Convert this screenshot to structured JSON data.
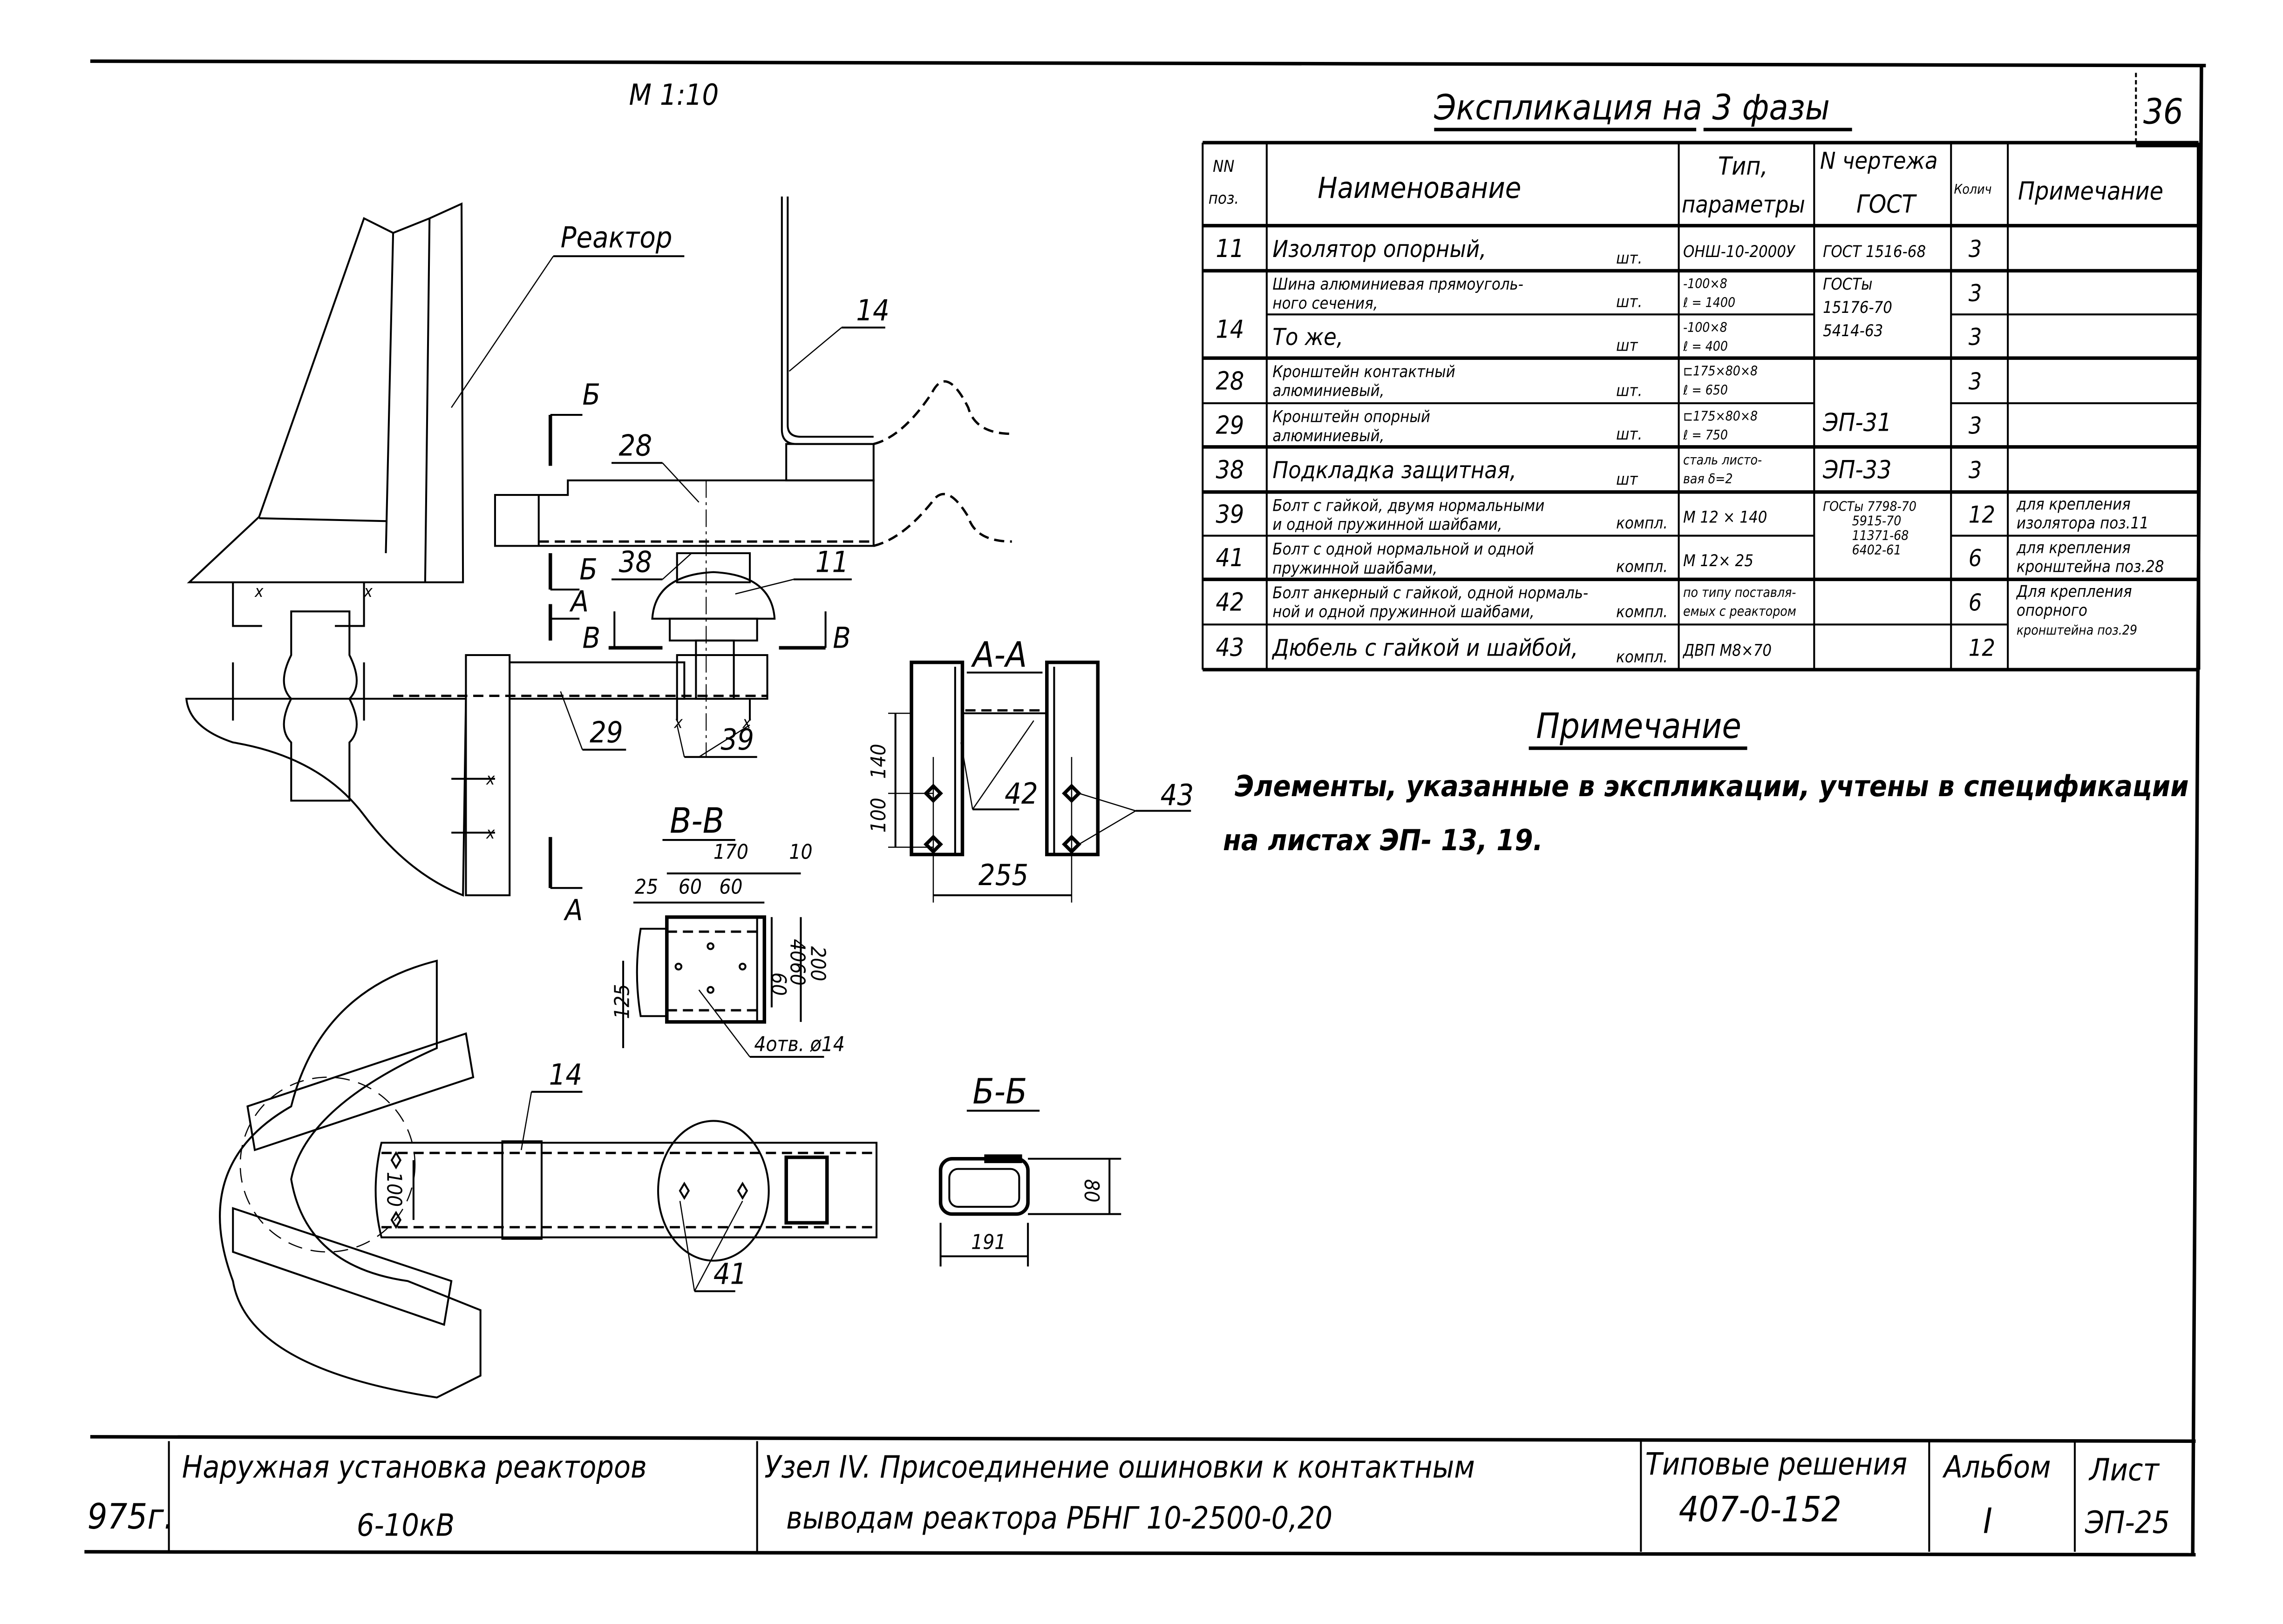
{
  "sheet": {
    "scale": "М 1:10",
    "page_number": "36"
  },
  "explication": {
    "title": "Экспликация на 3 фазы",
    "headers": {
      "pos_line1": "NN",
      "pos_line2": "поз.",
      "name": "Наименование",
      "type_line1": "Тип,",
      "type_line2": "параметры",
      "drawing_line1": "N чертежа",
      "drawing_line2": "ГОСТ",
      "qty": "Колич",
      "note": "Примечание"
    },
    "rows": [
      {
        "pos": "11",
        "name_lines": [
          "Изолятор опорный,"
        ],
        "unit": "шт.",
        "type_lines": [
          "ОНШ-10-2000У"
        ],
        "drawing_lines": [
          "ГОСТ 1516-68"
        ],
        "qty": "3",
        "note_lines": []
      },
      {
        "pos": "14",
        "name_lines": [
          "Шина алюминиевая прямоуголь-",
          "ного сечения,"
        ],
        "unit": "шт.",
        "type_lines": [
          "-100×8",
          "ℓ = 1400"
        ],
        "drawing_lines": [
          "ГОСТы",
          "15176-70",
          "5414-63"
        ],
        "qty": "3",
        "note_lines": []
      },
      {
        "pos": "",
        "name_lines": [
          "То же,"
        ],
        "unit": "шт",
        "type_lines": [
          "-100×8",
          "ℓ = 400"
        ],
        "drawing_lines": [],
        "qty": "3",
        "note_lines": []
      },
      {
        "pos": "28",
        "name_lines": [
          "Кронштейн контактный",
          "алюминиевый,"
        ],
        "unit": "шт.",
        "type_lines": [
          "⊏175×80×8",
          "ℓ = 650"
        ],
        "drawing_lines": [
          "ЭП-31"
        ],
        "qty": "3",
        "note_lines": []
      },
      {
        "pos": "29",
        "name_lines": [
          "Кронштейн опорный",
          "алюминиевый,"
        ],
        "unit": "шт.",
        "type_lines": [
          "⊏175×80×8",
          "ℓ = 750"
        ],
        "drawing_lines": [],
        "qty": "3",
        "note_lines": []
      },
      {
        "pos": "38",
        "name_lines": [
          "Подкладка защитная,"
        ],
        "unit": "шт",
        "type_lines": [
          "сталь листо-",
          "вая δ=2"
        ],
        "drawing_lines": [
          "ЭП-33"
        ],
        "qty": "3",
        "note_lines": []
      },
      {
        "pos": "39",
        "name_lines": [
          "Болт с гайкой, двумя нормальными",
          "и одной пружинной шайбами,"
        ],
        "unit": "компл.",
        "type_lines": [
          "М 12 × 140"
        ],
        "drawing_lines": [
          "ГОСТы 7798-70",
          "5915-70",
          "11371-68",
          "6402-61"
        ],
        "qty": "12",
        "note_lines": [
          "для крепления",
          "изолятора поз.11"
        ]
      },
      {
        "pos": "41",
        "name_lines": [
          "Болт с одной нормальной и одной",
          "пружинной шайбами,"
        ],
        "unit": "компл.",
        "type_lines": [
          "М 12× 25"
        ],
        "drawing_lines": [],
        "qty": "6",
        "note_lines": [
          "для крепления",
          "кронштейна поз.28"
        ]
      },
      {
        "pos": "42",
        "name_lines": [
          "Болт анкерный с гайкой, одной нормаль-",
          "ной и одной пружинной шайбами,"
        ],
        "unit": "компл.",
        "type_lines": [
          "по типу поставля-",
          "емых с реактором"
        ],
        "drawing_lines": [],
        "qty": "6",
        "note_lines": [
          "Для крепления",
          "опорного",
          "кронштейна поз.29"
        ]
      },
      {
        "pos": "43",
        "name_lines": [
          "Дюбель с гайкой и шайбой,"
        ],
        "unit": "компл.",
        "type_lines": [
          "ДВП М8×70"
        ],
        "drawing_lines": [],
        "qty": "12",
        "note_lines": []
      }
    ]
  },
  "note": {
    "title": "Примечание",
    "line1": "Элементы, указанные в экспликации, учтены в спецификации",
    "line2": "на листах ЭП- 13, 19."
  },
  "drawing": {
    "labels": {
      "reactor": "Реактор",
      "p14_top": "14",
      "p28": "28",
      "p38": "38",
      "p11": "11",
      "p29": "29",
      "p39": "39",
      "p42": "42",
      "p43": "43",
      "p14_plan": "14",
      "p41": "41"
    },
    "section_marks": {
      "B_upper": "Б",
      "B_lower": "Б",
      "A_upper": "А",
      "A_lower": "А",
      "V_left": "В",
      "V_right": "В"
    },
    "sections": {
      "aa": "А-А",
      "vv": "В-В",
      "bb": "Б-Б"
    },
    "dimensions": {
      "aa_140": "140",
      "aa_100": "100",
      "aa_255": "255",
      "vv_170": "170",
      "vv_10": "10",
      "vv_25": "25",
      "vv_60a": "60",
      "vv_60b": "60",
      "vv_40": "40",
      "vv_60c": "60",
      "vv_60d": "60",
      "vv_200": "200",
      "vv_125": "125",
      "vv_holes": "4отв. ø14",
      "plan_100": "100",
      "bb_80": "80",
      "bb_191": "191"
    }
  },
  "title_block": {
    "year": "975г.",
    "object_line1": "Наружная установка реакторов",
    "object_line2": "6-10кВ",
    "node_line1": "Узел IV. Присоединение ошиновки к контактным",
    "node_line2": "выводам реактора РБНГ 10-2500-0,20",
    "series_label": "Типовые решения",
    "series_value": "407-0-152",
    "album_label": "Альбом",
    "album_value": "I",
    "sheet_label": "Лист",
    "sheet_value": "ЭП-25"
  }
}
